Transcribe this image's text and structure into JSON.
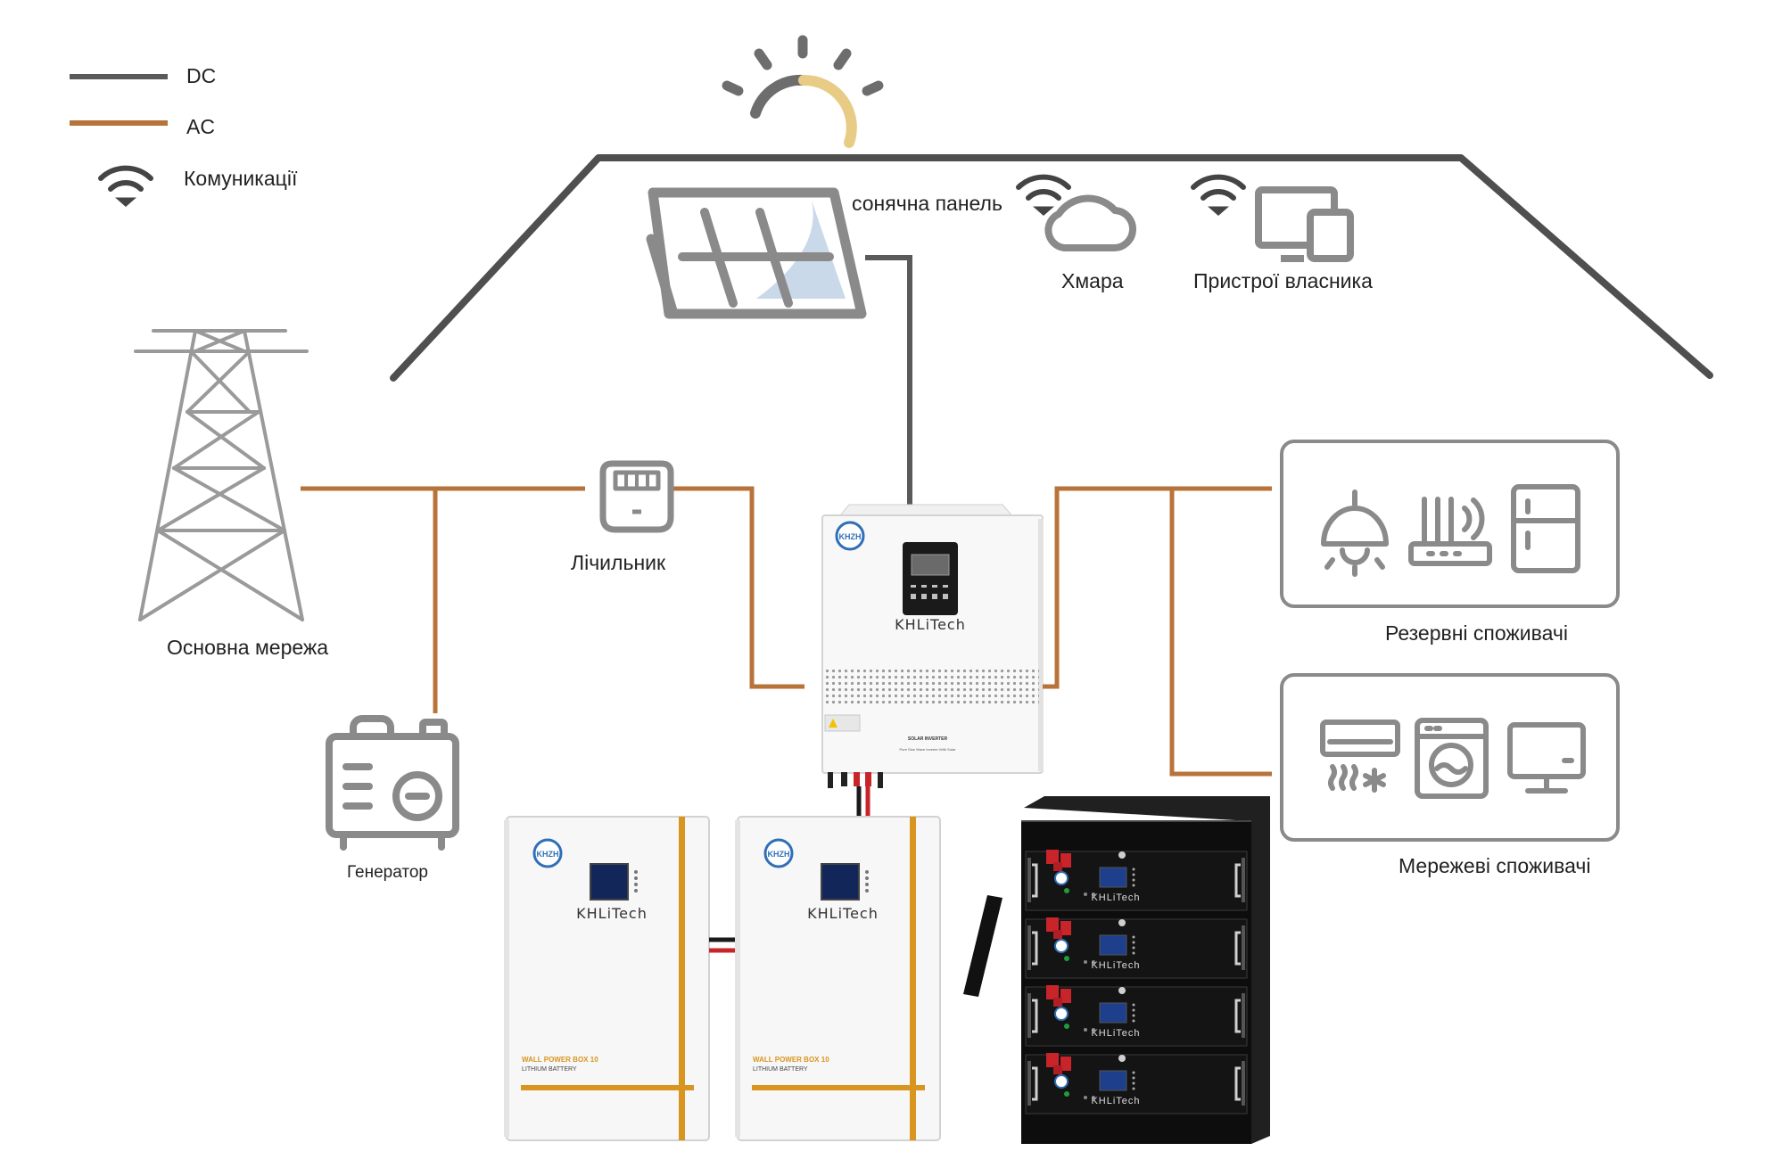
{
  "legend": {
    "dc": "DC",
    "ac": "AC",
    "comm": "Комуникації"
  },
  "labels": {
    "solar_panel": "сонячна панель",
    "cloud": "Хмара",
    "owner_devices": "Пристрої власника",
    "main_grid": "Основна мережа",
    "meter": "Лічильник",
    "generator": "Генератор",
    "backup_loads": "Резервні споживачі",
    "grid_loads": "Мережеві споживачі"
  },
  "inverter": {
    "brand_badge": "KHZH",
    "brand": "KHLiTech",
    "model": "SOLAR INVERTER",
    "subtitle": "Pure Sine Wave Inverter With Solar"
  },
  "wall_batteries": [
    {
      "badge": "KHZH",
      "brand": "KHLiTech",
      "model": "WALL POWER BOX 10",
      "type": "LITHIUM BATTERY"
    },
    {
      "badge": "KHZH",
      "brand": "KHLiTech",
      "model": "WALL POWER BOX 10",
      "type": "LITHIUM BATTERY"
    }
  ],
  "rack_battery": {
    "modules": [
      {
        "brand": "KHLiTech"
      },
      {
        "brand": "KHLiTech"
      },
      {
        "brand": "KHLiTech"
      },
      {
        "brand": "KHLiTech"
      }
    ]
  },
  "colors": {
    "dc_line": "#5a5a5a",
    "ac_line": "#b8733a",
    "icon_gray": "#8a8a8a",
    "sun_arc": "#e8cc86"
  },
  "icons": [
    "sun-icon",
    "solar-panel-icon",
    "wifi-icon",
    "cloud-icon",
    "devices-icon",
    "power-tower-icon",
    "meter-icon",
    "generator-icon",
    "ceiling-lamp-icon",
    "router-icon",
    "fridge-icon",
    "air-conditioner-icon",
    "washing-machine-icon",
    "monitor-icon"
  ]
}
